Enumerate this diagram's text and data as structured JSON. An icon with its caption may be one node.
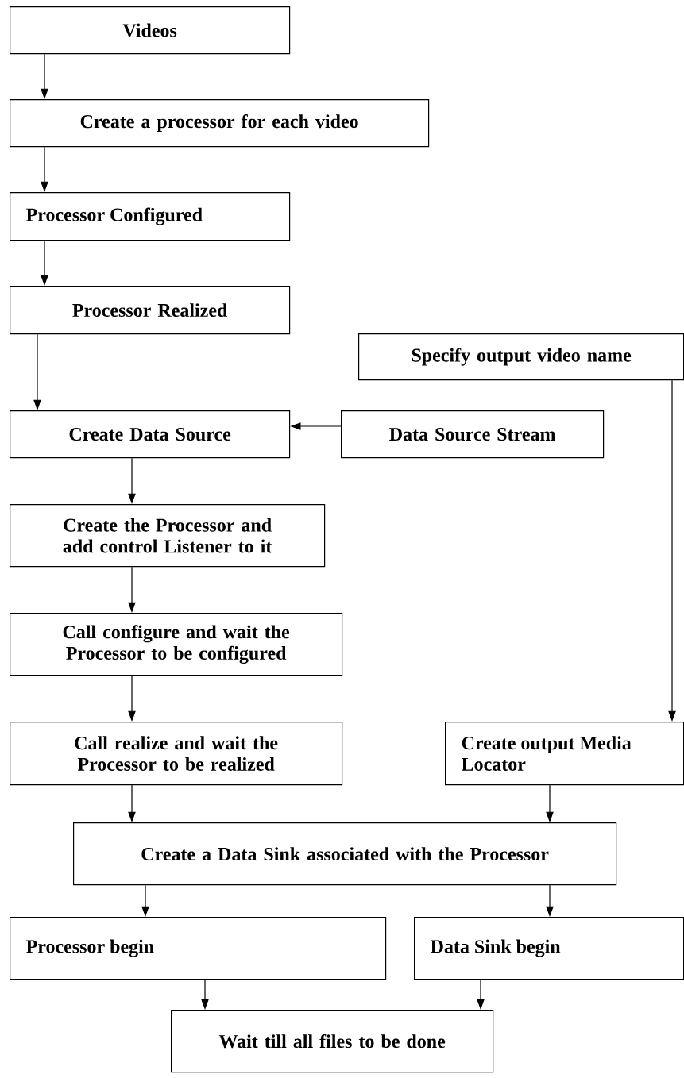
{
  "diagram": {
    "nodes": [
      {
        "text": [
          "Videos"
        ]
      },
      {
        "text": [
          "Create a processor for each video"
        ]
      },
      {
        "text": [
          "Processor Configured"
        ]
      },
      {
        "text": [
          "Processor Realized"
        ]
      },
      {
        "text": [
          "Specify output video name"
        ]
      },
      {
        "text": [
          "Create Data Source"
        ]
      },
      {
        "text": [
          "Data Source Stream"
        ]
      },
      {
        "text": [
          "Create the Processor and add control Listener to it"
        ]
      },
      {
        "text": [
          "Call configure and wait the Processor to be configured"
        ]
      },
      {
        "text": [
          "Call realize and wait the Processor to be realized"
        ]
      },
      {
        "text": [
          "Create output Media Locator"
        ]
      },
      {
        "text": [
          "Create a Data Sink associated with the Processor"
        ]
      },
      {
        "text": [
          "Processor begin"
        ]
      },
      {
        "text": [
          "Data Sink begin"
        ]
      },
      {
        "text": [
          "Wait till all files to be done"
        ]
      }
    ],
    "edges": [
      {
        "from": 0,
        "to": 1,
        "arrow": "to"
      },
      {
        "from": 1,
        "to": 2,
        "arrow": "to"
      },
      {
        "from": 2,
        "to": 3,
        "arrow": "to"
      },
      {
        "from": 3,
        "to": 5,
        "arrow": "to"
      },
      {
        "from": 6,
        "to": 5,
        "arrow": "to"
      },
      {
        "from": 5,
        "to": 7,
        "arrow": "to"
      },
      {
        "from": 7,
        "to": 8,
        "arrow": "to"
      },
      {
        "from": 8,
        "to": 9,
        "arrow": "to"
      },
      {
        "from": 4,
        "to": 10,
        "arrow": "to"
      },
      {
        "from": 9,
        "to": 11,
        "arrow": "to"
      },
      {
        "from": 10,
        "to": 11,
        "arrow": "to"
      },
      {
        "from": 11,
        "to": 12,
        "arrow": "to"
      },
      {
        "from": 11,
        "to": 13,
        "arrow": "to"
      },
      {
        "from": 12,
        "to": 14,
        "arrow": "to"
      },
      {
        "from": 13,
        "to": 14,
        "arrow": "to"
      }
    ]
  }
}
